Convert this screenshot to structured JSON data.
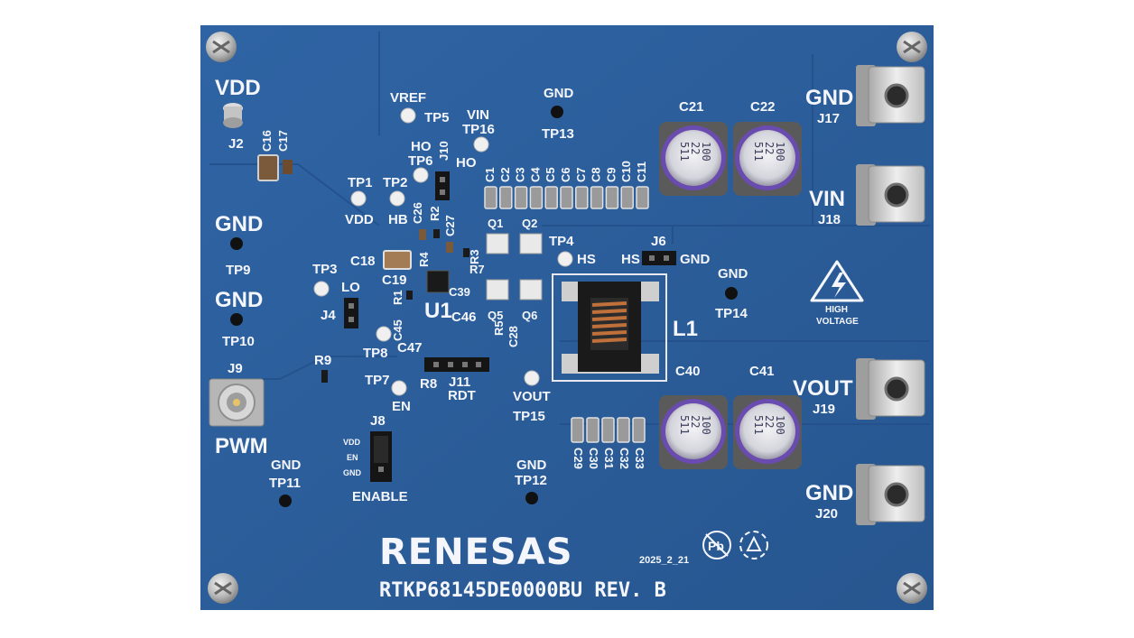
{
  "board": {
    "brand": "RENESAS",
    "date_code": "2025_2_21",
    "part_number": "RTKP68145DE0000BU REV. B",
    "warning_line1": "HIGH",
    "warning_line2": "VOLTAGE",
    "colors": {
      "board": "#2b5d9c",
      "trace": "#24528e",
      "silk": "#f4f6fb"
    }
  },
  "labels": {
    "vdd_big": "VDD",
    "j2": "J2",
    "c16": "C16",
    "c17": "C17",
    "vref": "VREF",
    "tp5": "TP5",
    "vin_tp16": "VIN",
    "tp16": "TP16",
    "gnd_tp13": "GND",
    "tp13": "TP13",
    "ho": "HO",
    "tp6": "TP6",
    "j10": "J10",
    "ho2": "HO",
    "tp1": "TP1",
    "vdd_small": "VDD",
    "tp2": "TP2",
    "hb": "HB",
    "c26": "C26",
    "r2": "R2",
    "c27": "C27",
    "r4": "R4",
    "r3": "R3",
    "r7": "R7",
    "c18": "C18",
    "c19": "C19",
    "c39": "C39",
    "c46": "C46",
    "c45": "C45",
    "r1": "R1",
    "u1": "U1",
    "gnd_tp9": "GND",
    "tp9": "TP9",
    "tp3": "TP3",
    "lo": "LO",
    "j4": "J4",
    "gnd_tp10": "GND",
    "tp10": "TP10",
    "tp8": "TP8",
    "c47": "C47",
    "r9": "R9",
    "j9": "J9",
    "pwm": "PWM",
    "tp7": "TP7",
    "en": "EN",
    "r8": "R8",
    "j11": "J11",
    "rdt": "RDT",
    "j8": "J8",
    "vdd_j8": "VDD",
    "en_j8": "EN",
    "gnd_j8": "GND",
    "enable": "ENABLE",
    "gnd_tp11": "GND",
    "tp11": "TP11",
    "gnd_tp12": "GND",
    "tp12": "TP12",
    "vout_tp15": "VOUT",
    "tp15": "TP15",
    "q1": "Q1",
    "q2": "Q2",
    "q5": "Q5",
    "q6": "Q6",
    "r5": "R5",
    "c28": "C28",
    "tp4": "TP4",
    "hs": "HS",
    "j6": "J6",
    "hs2": "HS",
    "gnd_j6": "GND",
    "gnd_tp14": "GND",
    "tp14": "TP14",
    "l1": "L1",
    "c21": "C21",
    "c22": "C22",
    "c40": "C40",
    "c41": "C41",
    "caps_top": [
      "C1",
      "C2",
      "C3",
      "C4",
      "C5",
      "C6",
      "C7",
      "C8",
      "C9",
      "C10",
      "C11"
    ],
    "caps_bottom": [
      "C29",
      "C30",
      "C31",
      "C32",
      "C33"
    ],
    "gnd_j17": "GND",
    "j17": "J17",
    "vin_j18": "VIN",
    "j18": "J18",
    "vout_j19": "VOUT",
    "j19": "J19",
    "gnd_j20": "GND",
    "j20": "J20",
    "cap_marking": [
      "511",
      "22",
      "100"
    ]
  }
}
